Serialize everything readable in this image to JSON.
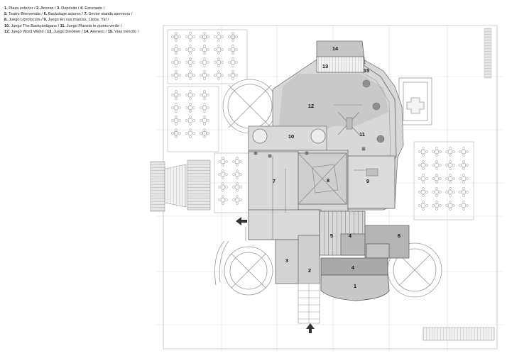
{
  "legend": {
    "lines": [
      [
        {
          "num": "1.",
          "name": "Plaza exterior"
        },
        {
          "num": "2.",
          "name": "Acceso"
        },
        {
          "num": "3.",
          "name": "Depósito"
        },
        {
          "num": "4.",
          "name": "Escenario"
        }
      ],
      [
        {
          "num": "5.",
          "name": "Teatro Bienvenida"
        },
        {
          "num": "6.",
          "name": "Backstage actores"
        },
        {
          "num": "7.",
          "name": "Sector stands sponsors"
        }
      ],
      [
        {
          "num": "8.",
          "name": "Juego Librolocura"
        },
        {
          "num": "9.",
          "name": "Juego En sus marcas, Listos, Ya!"
        }
      ],
      [
        {
          "num": "10.",
          "name": "Juego The Backyardigans"
        },
        {
          "num": "11.",
          "name": "Juego Planeta te quiero verde"
        }
      ],
      [
        {
          "num": "12.",
          "name": "Juego Word World"
        },
        {
          "num": "13.",
          "name": "Juego Dinotren"
        },
        {
          "num": "14.",
          "name": "Arenero"
        },
        {
          "num": "15.",
          "name": "Vías trencito"
        }
      ]
    ]
  },
  "rooms": [
    {
      "id": "1",
      "label": "1"
    },
    {
      "id": "2",
      "label": "2"
    },
    {
      "id": "3",
      "label": "3"
    },
    {
      "id": "4a",
      "label": "4"
    },
    {
      "id": "4b",
      "label": "4"
    },
    {
      "id": "5",
      "label": "5"
    },
    {
      "id": "6",
      "label": "6"
    },
    {
      "id": "7",
      "label": "7"
    },
    {
      "id": "8",
      "label": "8"
    },
    {
      "id": "9",
      "label": "9"
    },
    {
      "id": "10",
      "label": "10"
    },
    {
      "id": "11",
      "label": "11"
    },
    {
      "id": "12",
      "label": "12"
    },
    {
      "id": "13",
      "label": "13"
    },
    {
      "id": "14",
      "label": "14"
    },
    {
      "id": "15",
      "label": "15"
    }
  ],
  "colors": {
    "floor_light": "#e6e6e6",
    "floor_mid": "#d4d4d4",
    "floor_dark": "#b9b9b9",
    "line": "#9a9a9a",
    "wall": "#555555",
    "arrow": "#333333"
  }
}
